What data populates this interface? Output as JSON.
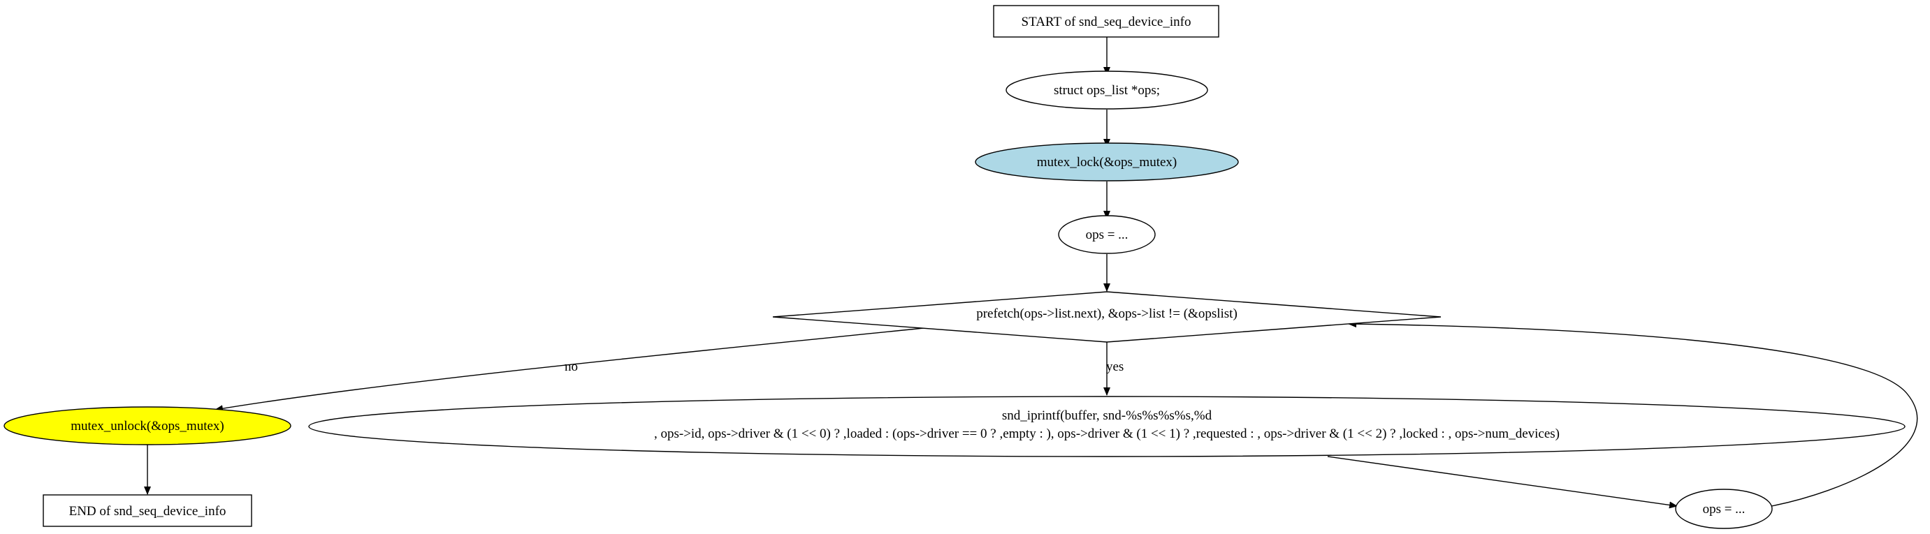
{
  "diagram": {
    "nodes": {
      "start": {
        "label": "START of snd_seq_device_info",
        "shape": "box",
        "fill": "#ffffff"
      },
      "decl": {
        "label": "struct ops_list *ops;",
        "shape": "ellipse",
        "fill": "#ffffff"
      },
      "lock": {
        "label": "mutex_lock(&ops_mutex)",
        "shape": "ellipse",
        "fill": "#add8e6"
      },
      "init": {
        "label": "ops = ...",
        "shape": "ellipse",
        "fill": "#ffffff"
      },
      "cond": {
        "label": "prefetch(ops->list.next), &ops->list != (&opslist)",
        "shape": "diamond",
        "fill": "#ffffff"
      },
      "print": {
        "line1": "snd_iprintf(buffer, snd-%s%s%s%s,%d",
        "line2": ", ops->id, ops->driver & (1 << 0) ? ,loaded : (ops->driver == 0 ? ,empty : ), ops->driver & (1 << 1) ? ,requested : , ops->driver & (1 << 2) ? ,locked : , ops->num_devices)",
        "shape": "ellipse",
        "fill": "#ffffff"
      },
      "next": {
        "label": "ops = ...",
        "shape": "ellipse",
        "fill": "#ffffff"
      },
      "unlock": {
        "label": "mutex_unlock(&ops_mutex)",
        "shape": "ellipse",
        "fill": "#ffff00"
      },
      "end": {
        "label": "END of snd_seq_device_info",
        "shape": "box",
        "fill": "#ffffff"
      }
    },
    "edges": {
      "no_label": "no",
      "yes_label": "yes"
    }
  }
}
